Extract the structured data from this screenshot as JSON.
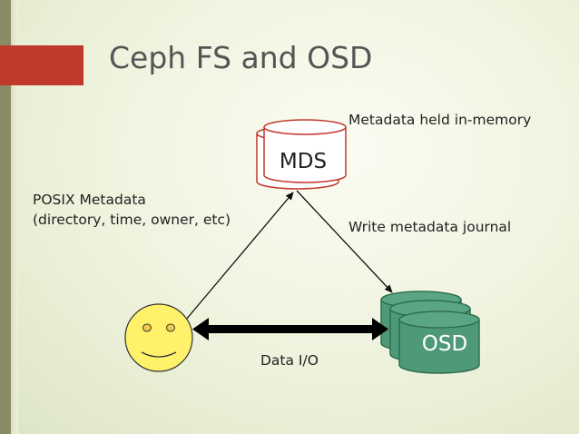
{
  "slide": {
    "title": "Ceph FS and OSD"
  },
  "labels": {
    "mds": "MDS",
    "osd": "OSD",
    "metadata_memory": "Metadata held in-memory",
    "posix_line1": "POSIX Metadata",
    "posix_line2": "(directory, time, owner, etc)",
    "write_journal": "Write metadata journal",
    "data_io": "Data I/O"
  },
  "colors": {
    "title_accent": "#c0392b",
    "sidebar": "#8a8a63",
    "mds_fill": "#ffffff",
    "mds_stroke": "#c0392b",
    "osd_fill": "#4e9a78",
    "osd_stroke": "#2f6e50",
    "face_fill": "#fff16a"
  },
  "icons": [
    "smiley-client-icon",
    "mds-cylinder-stack-icon",
    "osd-cylinder-stack-icon"
  ]
}
